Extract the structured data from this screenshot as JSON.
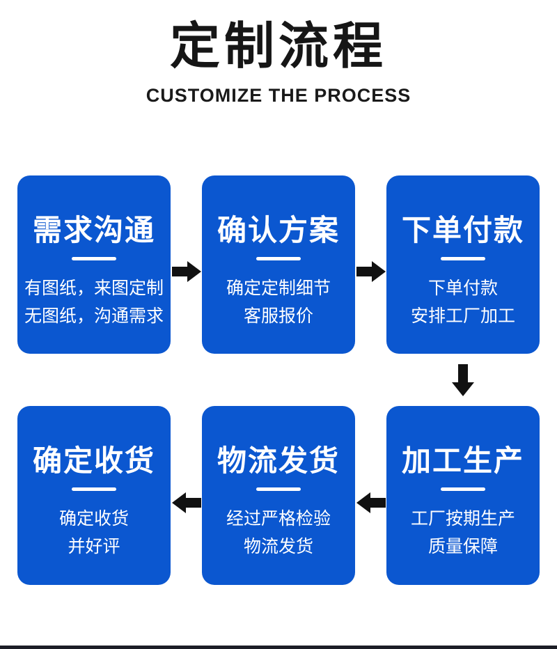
{
  "header": {
    "title": "定制流程",
    "subtitle": "CUSTOMIZE THE PROCESS"
  },
  "colors": {
    "box_blue": "#0b57d0",
    "arrow_black": "#111111",
    "title_black": "#161616",
    "step_text_white": "#ffffff",
    "footer_bar": "#1c1e26"
  },
  "steps": [
    {
      "title": "需求沟通",
      "lines": [
        "有图纸，来图定制",
        "无图纸，沟通需求"
      ]
    },
    {
      "title": "确认方案",
      "lines": [
        "确定定制细节",
        "客服报价"
      ]
    },
    {
      "title": "下单付款",
      "lines": [
        "下单付款",
        "安排工厂加工"
      ]
    },
    {
      "title": "加工生产",
      "lines": [
        "工厂按期生产",
        "质量保障"
      ]
    },
    {
      "title": "物流发货",
      "lines": [
        "经过严格检验",
        "物流发货"
      ]
    },
    {
      "title": "确定收货",
      "lines": [
        "确定收货",
        "并好评"
      ]
    }
  ],
  "arrows": {
    "top_row_direction": "right",
    "connector_direction": "down",
    "bottom_row_direction": "left"
  }
}
